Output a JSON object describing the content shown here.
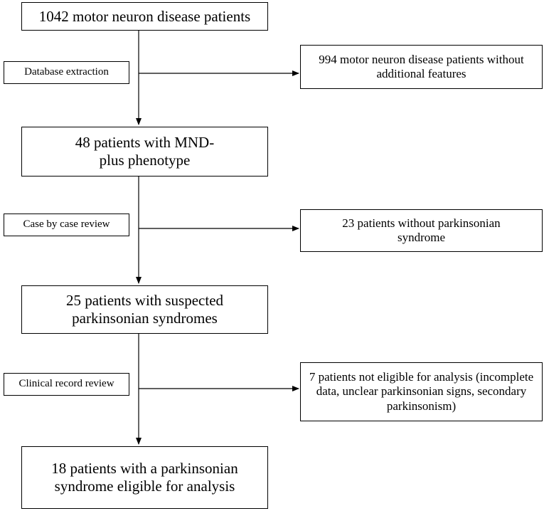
{
  "flowchart": {
    "main_steps": [
      {
        "text": "1042 motor neuron disease patients"
      },
      {
        "text": "48 patients with MND-plus phenotype"
      },
      {
        "text": "25 patients with suspected parkinsonian syndromes"
      },
      {
        "text": "18 patients with a parkinsonian syndrome eligible for analysis"
      }
    ],
    "review_steps": [
      {
        "text": "Database extraction"
      },
      {
        "text": "Case by case review"
      },
      {
        "text": "Clinical record review"
      }
    ],
    "excluded": [
      {
        "text": "994 motor neuron disease patients without additional features"
      },
      {
        "text": "23 patients without parkinsonian syndrome"
      },
      {
        "text": "7 patients not eligible for analysis (incomplete data, unclear parkinsonian signs, secondary parkinsonism)"
      }
    ]
  }
}
